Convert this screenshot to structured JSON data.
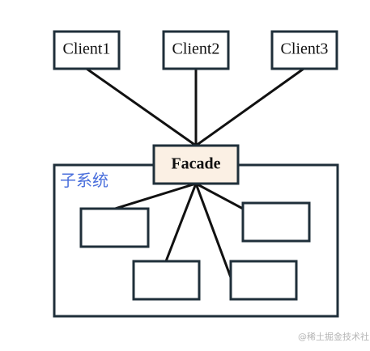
{
  "diagram": {
    "clients": [
      {
        "label": "Client1"
      },
      {
        "label": "Client2"
      },
      {
        "label": "Client3"
      }
    ],
    "facade": {
      "label": "Facade"
    },
    "subsystem": {
      "title": "子系统",
      "modules": [
        "",
        "",
        "",
        ""
      ]
    }
  },
  "colors": {
    "box_border": "#1f2f3a",
    "facade_fill": "#fbf0e4",
    "subsystem_title": "#4a6fdc",
    "lines": "#111111"
  },
  "watermark": "@稀土掘金技术社区"
}
